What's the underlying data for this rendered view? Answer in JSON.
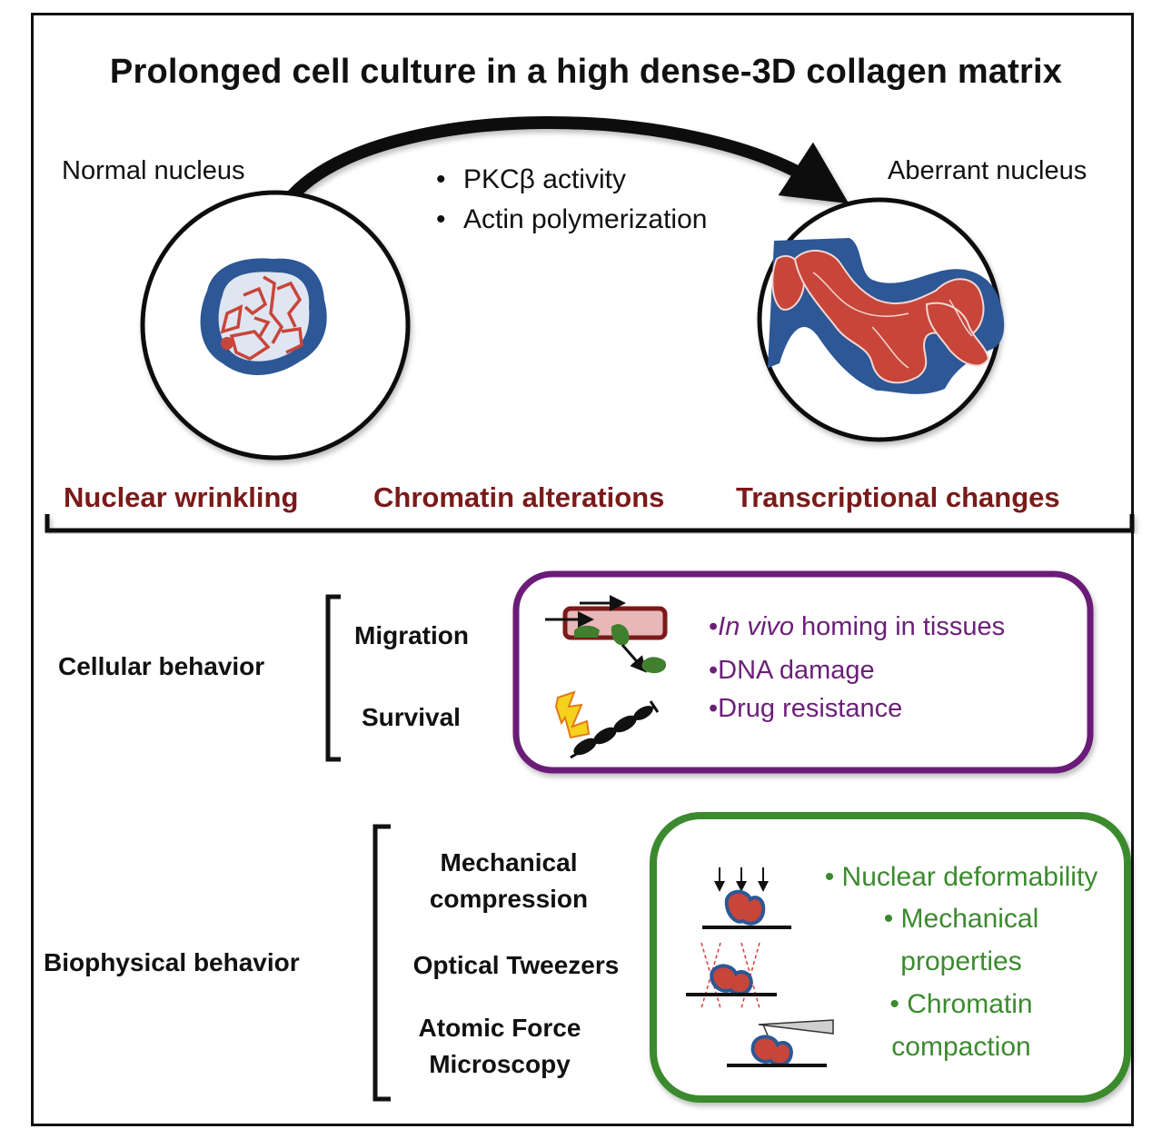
{
  "title": "Prolonged cell culture in a high dense-3D collagen matrix",
  "nuclei": {
    "normal_label": "Normal nucleus",
    "aberrant_label": "Aberrant nucleus"
  },
  "drivers": [
    {
      "bullet": "•",
      "text": "PKCβ activity"
    },
    {
      "bullet": "•",
      "text": "Actin polymerization"
    }
  ],
  "consequences": [
    "Nuclear wrinkling",
    "Chromatin alterations",
    "Transcriptional changes"
  ],
  "cellular": {
    "heading": "Cellular behavior",
    "items": [
      "Migration",
      "Survival"
    ],
    "outcomes": [
      {
        "italic": "In vivo",
        "rest": " homing in tissues"
      },
      {
        "italic": "",
        "rest": "DNA damage"
      },
      {
        "italic": "",
        "rest": "Drug resistance"
      }
    ],
    "bullet": "•"
  },
  "biophysical": {
    "heading": "Biophysical behavior",
    "items": [
      {
        "line1": "Mechanical",
        "line2": "compression"
      },
      {
        "line1": "Optical Tweezers",
        "line2": ""
      },
      {
        "line1": "Atomic Force",
        "line2": "Microscopy"
      }
    ],
    "outcomes": [
      {
        "line1": "• Nuclear deformability",
        "line2": ""
      },
      {
        "line1": "• Mechanical",
        "line2": "properties"
      },
      {
        "line1": "• Chromatin",
        "line2": "compaction"
      }
    ]
  },
  "colors": {
    "nucleus_envelope": "#2d5795",
    "chromatin": "#c8453a",
    "nucleoplasm": "#dfe6f2",
    "consequence_text": "#7a1a1a",
    "cellular_box": "#6b1f78",
    "biophysical_box": "#3b8a2e",
    "cell_green": "#3f7f2e",
    "vessel": "#7a1a1a",
    "vessel_fill": "#e8b8b8",
    "bolt": "#f5d21c"
  }
}
